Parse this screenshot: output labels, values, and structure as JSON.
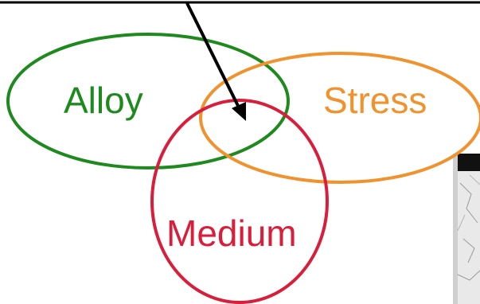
{
  "diagram": {
    "sets": [
      {
        "id": "alloy",
        "label": "Alloy",
        "color": "#1e8a1e"
      },
      {
        "id": "stress",
        "label": "Stress",
        "color": "#f0922d"
      },
      {
        "id": "medium",
        "label": "Medium",
        "color": "#d81e3a"
      }
    ],
    "arrow_color": "#000000",
    "frame_line_color": "#000000",
    "photo_thumbnail": {
      "description_icon": "micrograph-image"
    }
  }
}
